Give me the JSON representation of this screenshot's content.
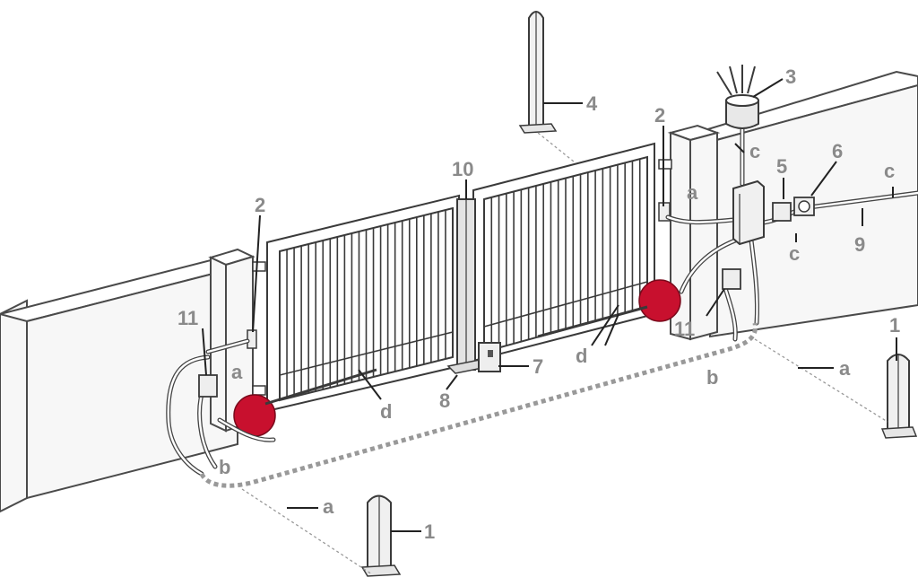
{
  "labels": {
    "l1_left": "1",
    "l1_right": "1",
    "l2_left": "2",
    "l2_right": "2",
    "l3": "3",
    "l4": "4",
    "l5": "5",
    "l6": "6",
    "l7": "7",
    "l8": "8",
    "l9": "9",
    "l10": "10",
    "l11_left": "11",
    "l11_right": "11",
    "a_left_post": "a",
    "a_bottom": "a",
    "a_right_top": "a",
    "a_right_bottom": "a",
    "b_left": "b",
    "b_right": "b",
    "c_top": "c",
    "c_mid": "c",
    "c_right": "c",
    "d_left": "d",
    "d_right": "d"
  },
  "colors": {
    "motor_red": "#c8102e",
    "label_gray": "#8a8a8a",
    "line_dark": "#3a3a3a"
  }
}
